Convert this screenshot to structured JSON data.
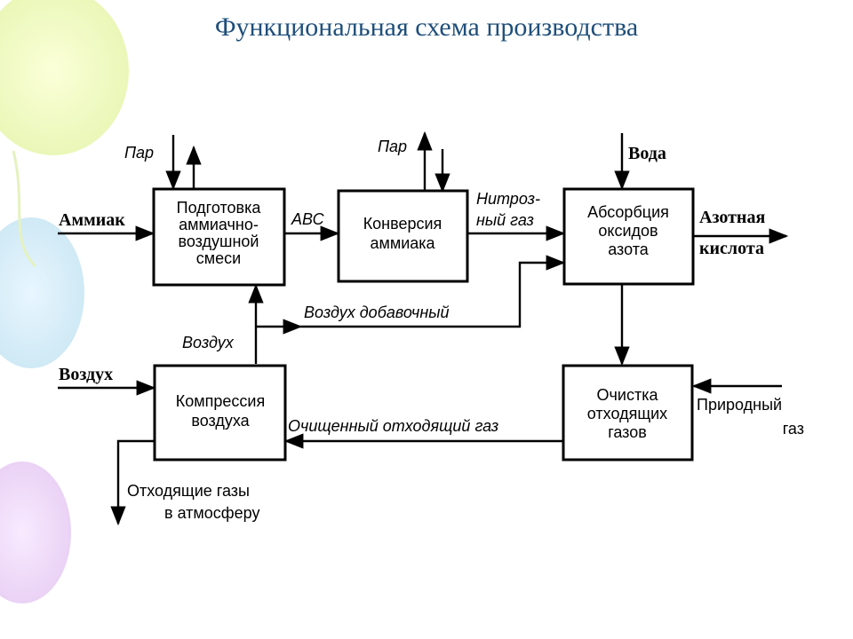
{
  "title": "Функциональная схема производства",
  "blocks": {
    "prep": [
      "Подготовка",
      "аммиачно-",
      "воздушной",
      "смеси"
    ],
    "conversion": [
      "Конверсия",
      "аммиака"
    ],
    "absorption": [
      "Абсорбция",
      "оксидов",
      "азота"
    ],
    "compression": [
      "Компрессия",
      "воздуха"
    ],
    "cleaning": [
      "Очистка",
      "отходящих",
      "газов"
    ]
  },
  "labels": {
    "steam1": "Пар",
    "steam2": "Пар",
    "water": "Вода",
    "ammonia": "Аммиак",
    "abc": "АВС",
    "nitrous1": "Нитроз-",
    "nitrous2": "ный газ",
    "nitric_acid1": "Азотная",
    "nitric_acid2": "кислота",
    "extra_air": "Воздух добавочный",
    "air_flow": "Воздух",
    "air_in": "Воздух",
    "cleaned_gas": "Очищенный отходящий газ",
    "natural_gas1": "Природный",
    "natural_gas2": "газ",
    "exhaust1": "Отходящие газы",
    "exhaust2": "в атмосферу"
  },
  "colors": {
    "title": "#1f4f7a",
    "lines": "#000000"
  }
}
